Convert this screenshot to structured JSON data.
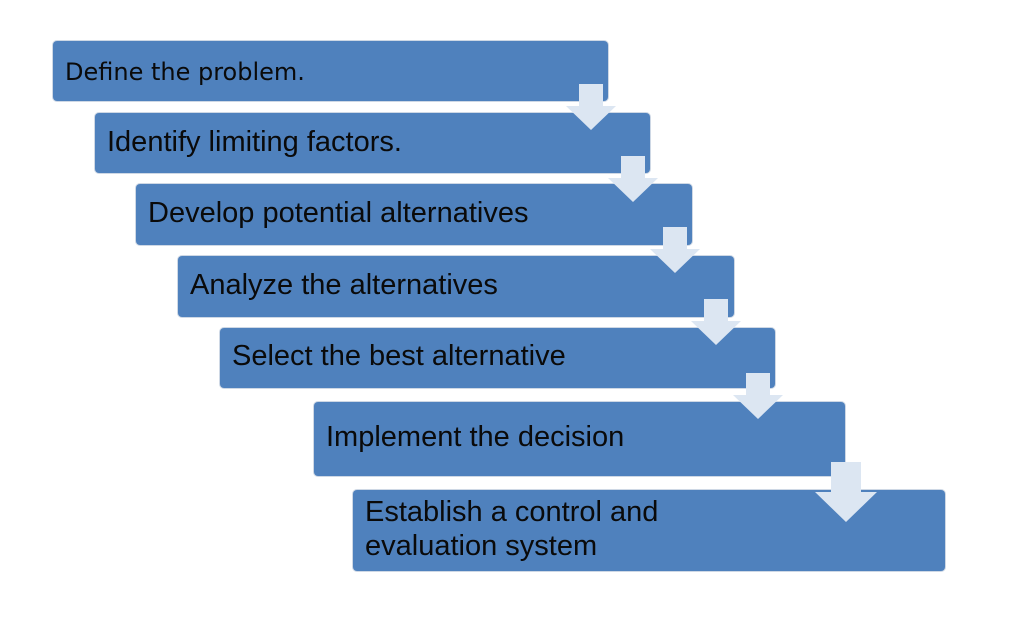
{
  "colors": {
    "box_fill": "#4f81bd",
    "arrow_fill": "#dce6f2",
    "text": "#0a0a0a"
  },
  "steps": [
    {
      "label": "Define the problem."
    },
    {
      "label": "Identify limiting factors."
    },
    {
      "label": "Develop potential alternatives"
    },
    {
      "label": "Analyze the alternatives"
    },
    {
      "label": "Select the best alternative"
    },
    {
      "label": "Implement the decision"
    },
    {
      "label": "Establish a control and evaluation system"
    }
  ],
  "connector_icon": "down-arrow-icon"
}
